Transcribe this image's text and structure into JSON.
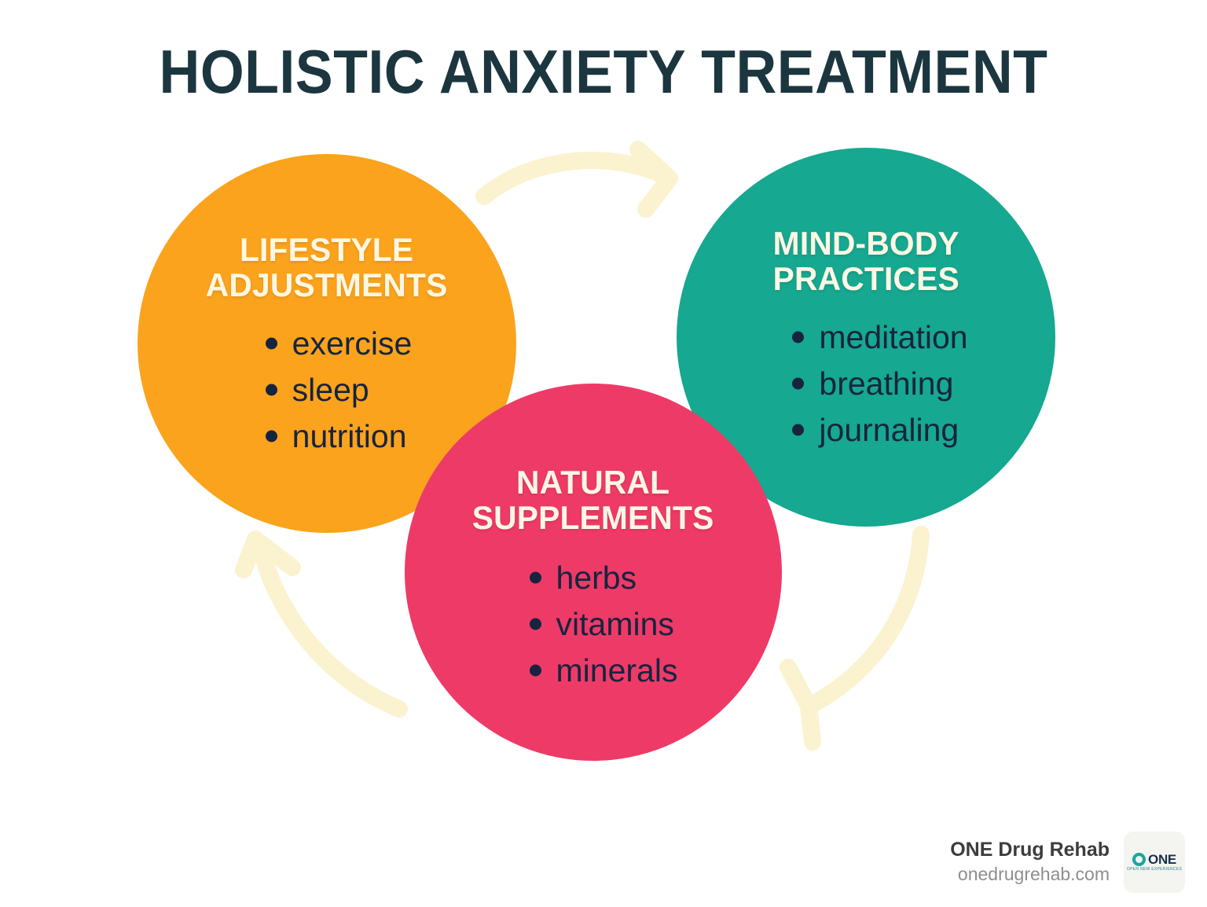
{
  "page": {
    "title": "HOLISTIC ANXIETY TREATMENT",
    "background_color": "#ffffff",
    "title_color": "#1c3640"
  },
  "diagram": {
    "type": "cycle",
    "arrow_color": "#fbf2cf",
    "nodes": [
      {
        "id": "lifestyle",
        "heading": "LIFESTYLE\nADJUSTMENTS",
        "color": "#fba31c",
        "heading_color": "#fdf7e4",
        "item_color": "#16243f",
        "items": [
          "exercise",
          "sleep",
          "nutrition"
        ]
      },
      {
        "id": "mindbody",
        "heading": "MIND-BODY\nPRACTICES",
        "color": "#16a890",
        "heading_color": "#fdf7e4",
        "item_color": "#16243f",
        "items": [
          "meditation",
          "breathing",
          "journaling"
        ]
      },
      {
        "id": "supplements",
        "heading": "NATURAL\nSUPPLEMENTS",
        "color": "#ee3a67",
        "heading_color": "#fdf7e4",
        "item_color": "#16243f",
        "items": [
          "herbs",
          "vitamins",
          "minerals"
        ]
      }
    ],
    "arrows": [
      {
        "id": "lifestyle-to-mindbody",
        "from": "lifestyle",
        "to": "mindbody"
      },
      {
        "id": "mindbody-to-supplements",
        "from": "mindbody",
        "to": "supplements"
      },
      {
        "id": "supplements-to-lifestyle",
        "from": "supplements",
        "to": "lifestyle"
      }
    ]
  },
  "footer": {
    "brand_name": "ONE Drug Rehab",
    "brand_url": "onedrugrehab.com",
    "logo": {
      "word": "ONE",
      "tagline": "OPEN NEW EXPERIENCES",
      "mark_color": "#1aa6a0",
      "word_color": "#18304f"
    }
  }
}
